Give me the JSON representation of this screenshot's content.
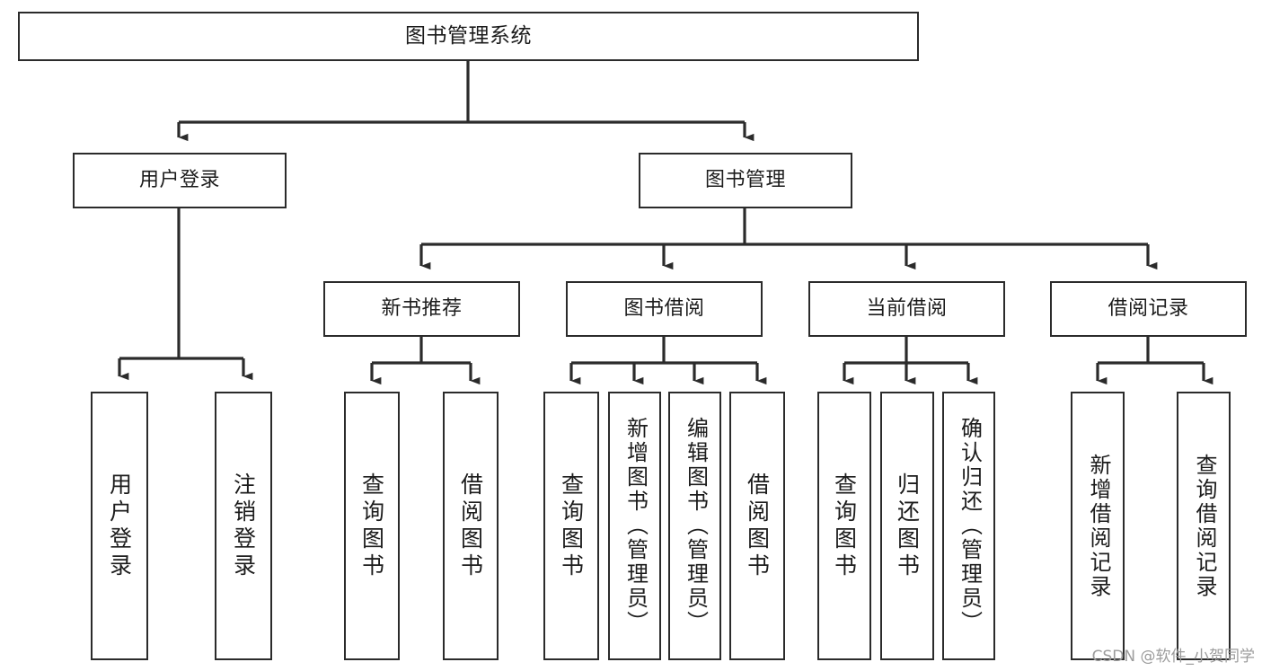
{
  "diagram": {
    "type": "tree-hierarchy",
    "title": "图书管理系统",
    "root": {
      "id": "root",
      "label": "图书管理系统"
    },
    "level2": [
      {
        "id": "user-login",
        "label": "用户登录"
      },
      {
        "id": "book-management",
        "label": "图书管理"
      }
    ],
    "level3": [
      {
        "id": "new-book-recommend",
        "label": "新书推荐",
        "parent": "book-management"
      },
      {
        "id": "book-borrow",
        "label": "图书借阅",
        "parent": "book-management"
      },
      {
        "id": "current-borrow",
        "label": "当前借阅",
        "parent": "book-management"
      },
      {
        "id": "borrow-record",
        "label": "借阅记录",
        "parent": "book-management"
      }
    ],
    "leaves": {
      "user-login": [
        {
          "id": "leaf-user-login",
          "label": "用户登录"
        },
        {
          "id": "leaf-user-logout",
          "label": "注销登录"
        }
      ],
      "new-book-recommend": [
        {
          "id": "leaf-query-book-1",
          "label": "查询图书"
        },
        {
          "id": "leaf-borrow-book-1",
          "label": "借阅图书"
        }
      ],
      "book-borrow": [
        {
          "id": "leaf-query-book-2",
          "label": "查询图书"
        },
        {
          "id": "leaf-add-book",
          "label": "新增图书（管理员）"
        },
        {
          "id": "leaf-edit-book",
          "label": "编辑图书（管理员）"
        },
        {
          "id": "leaf-borrow-book-2",
          "label": "借阅图书"
        }
      ],
      "current-borrow": [
        {
          "id": "leaf-query-book-3",
          "label": "查询图书"
        },
        {
          "id": "leaf-return-book",
          "label": "归还图书"
        },
        {
          "id": "leaf-confirm-return",
          "label": "确认归还（管理员）"
        }
      ],
      "borrow-record": [
        {
          "id": "leaf-add-record",
          "label": "新增借阅记录"
        },
        {
          "id": "leaf-query-record",
          "label": "查询借阅记录"
        }
      ]
    }
  },
  "watermark": {
    "text": "CSDN @软件_小贺同学"
  },
  "colors": {
    "stroke": "#2b2b2b",
    "fill": "#ffffff",
    "text": "#1c1c1c",
    "watermark": "#9c9c9c"
  }
}
